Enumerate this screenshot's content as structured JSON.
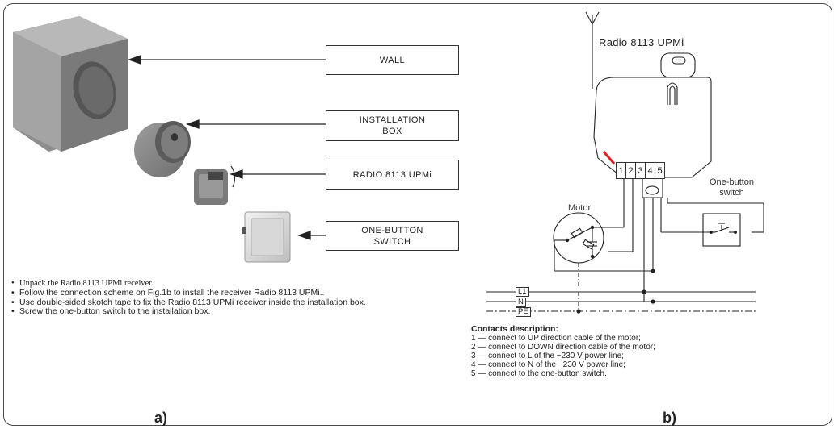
{
  "panel_a": {
    "label": "a)",
    "callouts": {
      "wall": "WALL",
      "installation_box": "INSTALLATION\nBOX",
      "receiver": "RADIO 8113 UPMi",
      "switch": "ONE-BUTTON\nSWITCH"
    },
    "instructions": [
      "Unpack the Radio 8113 UPMi receiver.",
      "Follow the connection scheme on Fig.1b to install the receiver Radio 8113 UPMi..",
      "Use double-sided skotch tape to fix the Radio 8113 UPMi receiver inside the installation box.",
      "Screw the one-button switch to the installation box."
    ]
  },
  "panel_b": {
    "label": "b)",
    "device_title": "Radio 8113 UPMi",
    "terminals": [
      "1",
      "2",
      "3",
      "4",
      "5"
    ],
    "motor_label": "Motor",
    "switch_label": "One-button\nswitch",
    "bus": {
      "l1": "L1",
      "n": "N",
      "pe": "PE"
    },
    "contacts_title": "Contacts description:",
    "contacts": [
      "1 — connect to UP direction cable of the motor;",
      "2 — connect to DOWN direction cable of the motor;",
      "3 — connect to L of the ~230 V power line;",
      "4 — connect to N of the ~230 V power line;",
      "5 — connect to the one-button switch."
    ]
  }
}
